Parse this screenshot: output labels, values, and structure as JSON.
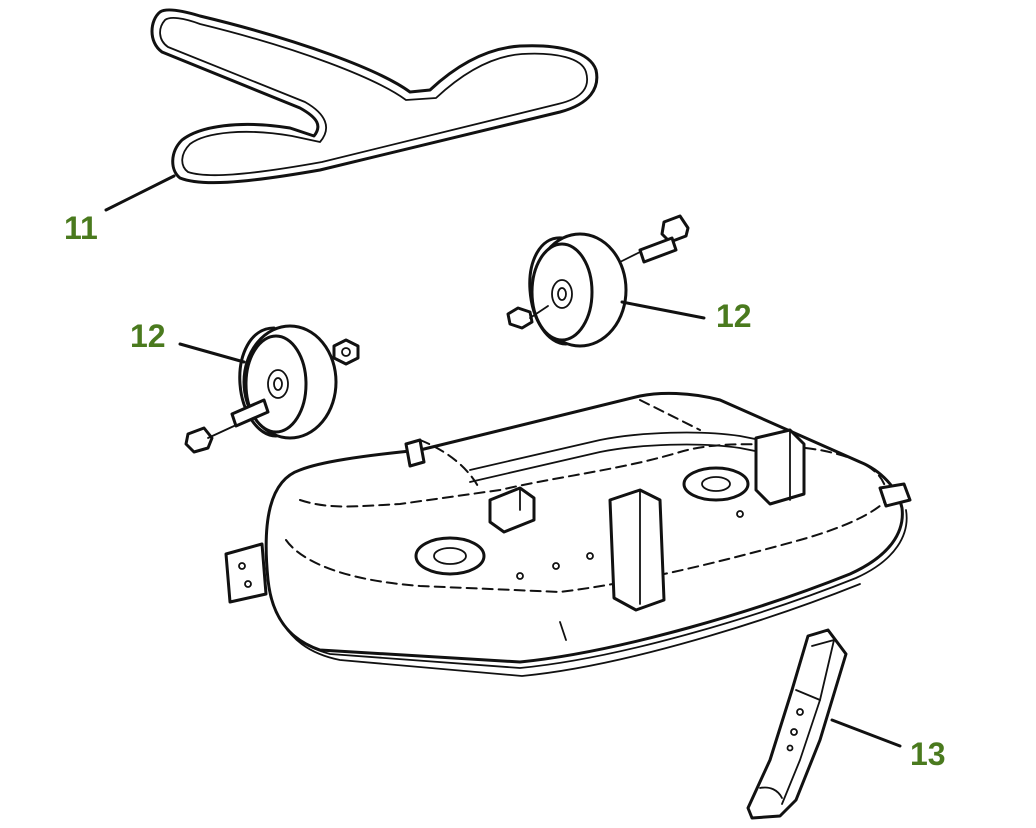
{
  "diagram": {
    "callout_color": "#4a7a1e",
    "line_color": "#111111",
    "parts": [
      {
        "id": "11",
        "label": "11",
        "part": "drive-belt"
      },
      {
        "id": "12a",
        "label": "12",
        "part": "gauge-wheel-right"
      },
      {
        "id": "12b",
        "label": "12",
        "part": "gauge-wheel-left"
      },
      {
        "id": "13",
        "label": "13",
        "part": "mower-blade"
      }
    ]
  }
}
